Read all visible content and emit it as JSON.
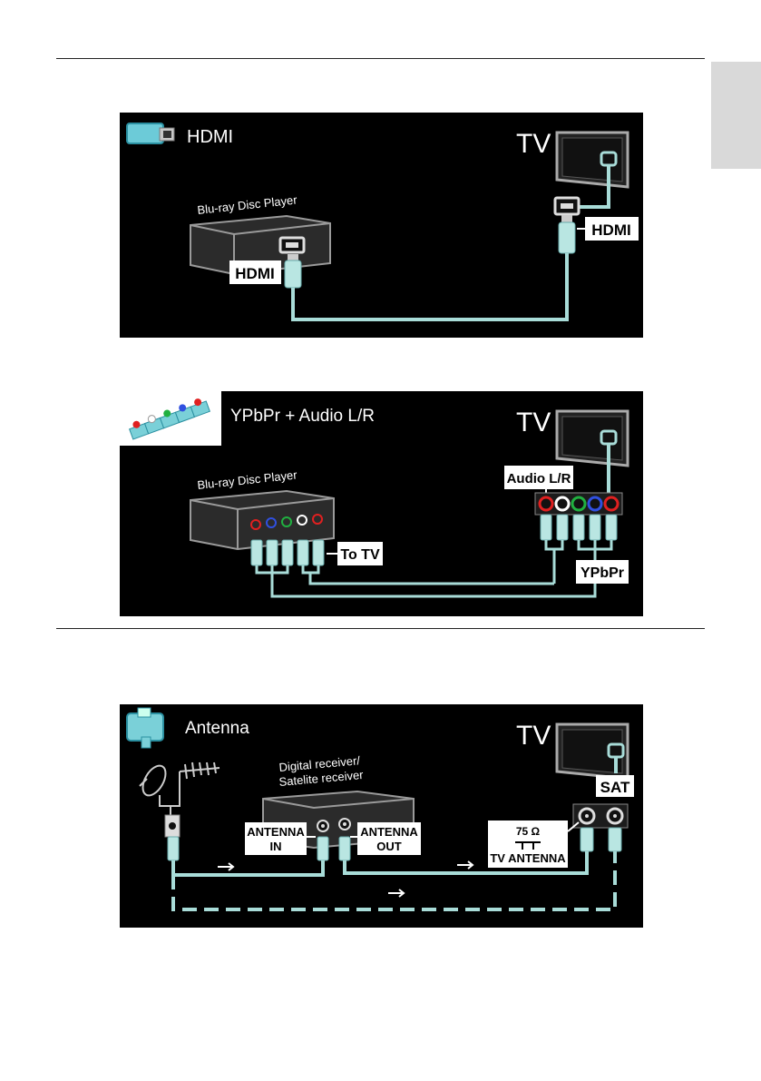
{
  "diagrams": {
    "hdmi": {
      "title": "HDMI",
      "tv": "TV",
      "device": "Blu-ray Disc Player",
      "device_port_label": "HDMI",
      "tv_port_label": "HDMI"
    },
    "ypbpr": {
      "title": "YPbPr + Audio L/R",
      "tv": "TV",
      "device": "Blu-ray Disc Player",
      "to_tv_label": "To TV",
      "audio_label": "Audio L/R",
      "video_label": "YPbPr"
    },
    "antenna": {
      "title": "Antenna",
      "tv": "TV",
      "receiver_line1": "Digital receiver/",
      "receiver_line2": "Satelite receiver",
      "antenna_in_line1": "ANTENNA",
      "antenna_in_line2": "IN",
      "antenna_out_line1": "ANTENNA",
      "antenna_out_line2": "OUT",
      "tv_antenna_ohm": "75 Ω",
      "tv_antenna_label": "TV ANTENNA",
      "sat_label": "SAT"
    }
  },
  "colors": {
    "panel_bg": "#000000",
    "cable": "#a8dcd8",
    "device_fill": "#2b2b2b",
    "device_edge": "#9a9a9a",
    "port_red": "#e02020",
    "port_green": "#20b040",
    "port_blue": "#3050e0",
    "tab_grey": "#d9d9d9"
  }
}
